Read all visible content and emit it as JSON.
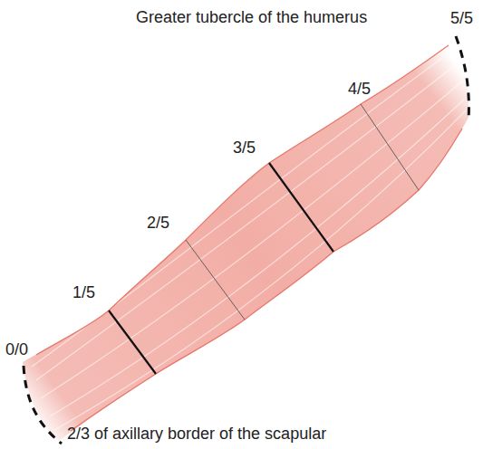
{
  "diagram": {
    "labels": [
      "Greater tubercle of the humerus",
      "5/5",
      "4/5",
      "3/5",
      "2/5",
      "1/5",
      "0/0",
      "2/3 of axillary border of the scapular"
    ]
  }
}
